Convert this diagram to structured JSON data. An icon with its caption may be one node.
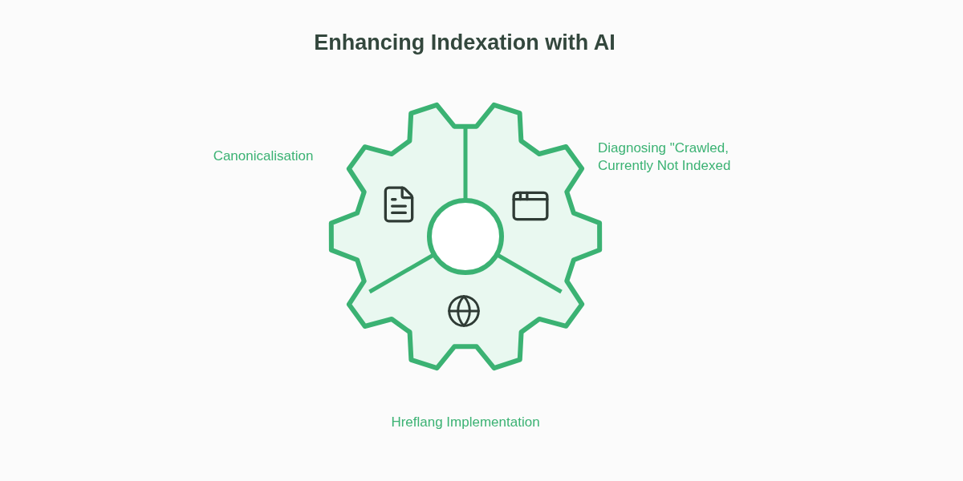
{
  "diagram": {
    "title": "Enhancing Indexation with AI",
    "labels": [
      "Canonicalisation",
      "Diagnosing \"Crawled, Currently Not Indexed",
      "Hreflang Implementation"
    ]
  }
}
